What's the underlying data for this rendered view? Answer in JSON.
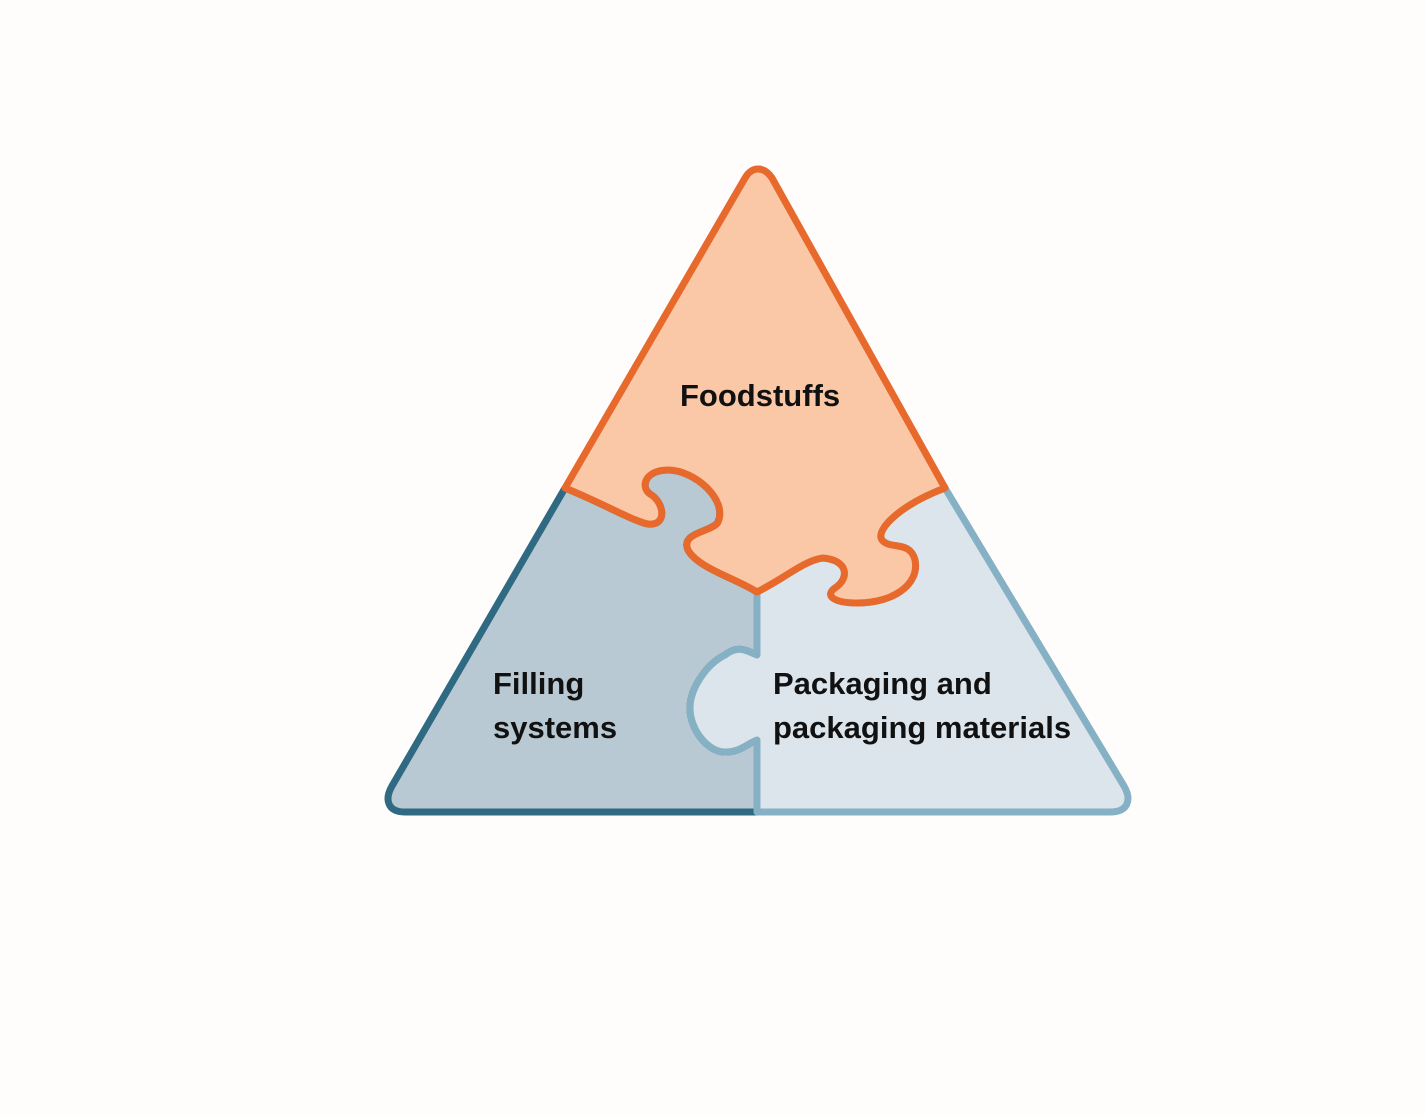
{
  "diagram": {
    "pieces": {
      "foodstuffs": {
        "label_lines": [
          "Foodstuffs"
        ],
        "fill": "#fac8a6",
        "stroke": "#e8692c"
      },
      "filling_systems": {
        "label_lines": [
          "Filling",
          "systems"
        ],
        "fill": "#b9c9d3",
        "stroke": "#2f6a82"
      },
      "packaging": {
        "label_lines": [
          "Packaging and",
          "packaging materials"
        ],
        "fill": "#dce5ec",
        "stroke": "#86b1c4"
      }
    },
    "background": "#fefdfc"
  }
}
